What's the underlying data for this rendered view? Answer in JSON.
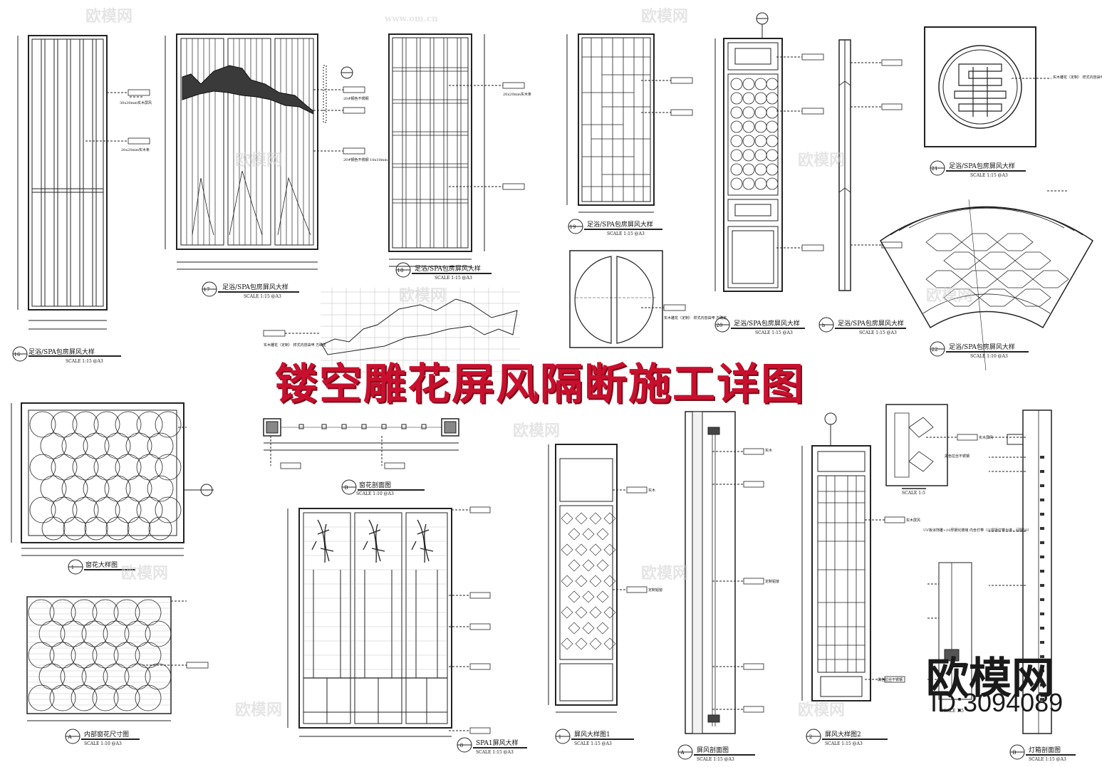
{
  "page_title": "镂空雕花屏风隔断施工详图",
  "brand": {
    "name": "欧模网",
    "id": "ID:3094089"
  },
  "watermark": {
    "logo": "欧模网",
    "url": "www.om.cn"
  },
  "details": [
    {
      "num": "16",
      "title": "足浴/SPA包房屏风大样",
      "scale": "SCALE 1:15  @A3"
    },
    {
      "num": "17",
      "title": "足浴/SPA包房屏风大样",
      "scale": "SCALE 1:15  @A3"
    },
    {
      "num": "18",
      "title": "足浴/SPA包房屏风大样",
      "scale": "SCALE 1:15  @A3"
    },
    {
      "num": "19",
      "title": "足浴/SPA包房屏风大样",
      "scale": "SCALE 1:15  @A3"
    },
    {
      "num": "20",
      "title": "足浴/SPA包房屏风大样",
      "scale": "SCALE 1:15  @A3"
    },
    {
      "num": "b",
      "title": "足浴/SPA包房屏风大样",
      "scale": "SCALE 1:15  @A3"
    },
    {
      "num": "21",
      "title": "足浴/SPA包房屏风大样",
      "scale": "SCALE 1:15  @A3"
    },
    {
      "num": "22",
      "title": "足浴/SPA包房屏风大样",
      "scale": "SCALE 1:10  @A3"
    },
    {
      "num": "1",
      "title": "窗花大样图",
      "scale": ""
    },
    {
      "num": "B",
      "title": "窗花剖面图",
      "scale": "SCALE 1:10  @A3"
    },
    {
      "num": "A",
      "title": "内部窗花尺寸图",
      "scale": "SCALE 1:10  @A3"
    },
    {
      "num": "8",
      "title": "SPA1屏风大样",
      "scale": "SCALE 1:15  @A3"
    },
    {
      "num": "1",
      "title": "屏风大样图1",
      "scale": "SCALE 1:15  @A3"
    },
    {
      "num": "A",
      "title": "屏风剖面图",
      "scale": "SCALE 1:15  @A3"
    },
    {
      "num": "2",
      "title": "屏风大样图2",
      "scale": "SCALE 1:15  @A3"
    },
    {
      "num": "B",
      "title": "灯箱剖面图",
      "scale": "SCALE 1:15  @A3"
    }
  ],
  "callouts": {
    "wood_frame": "30x30mm实木屏风",
    "wood_bar": "20x20mm实木条",
    "steel_20": "20#钢色不锈钢",
    "steel_10": "20#钢色不锈钢 10x10mm",
    "custom_carving": "实木雕花（定制） 样式内容由甲 方确定",
    "solid_wood": "实木",
    "solid_wood_screen": "实木屏风",
    "custom_grille": "定制铝窗",
    "mirror_steel": "黑色拉丝不锈钢",
    "uv_board": "UV板涂饰雕+10厚钢化玻璃 内含灯带（以现场灯带为准，间隔50）",
    "scale_small": "SCALE 1:5"
  }
}
